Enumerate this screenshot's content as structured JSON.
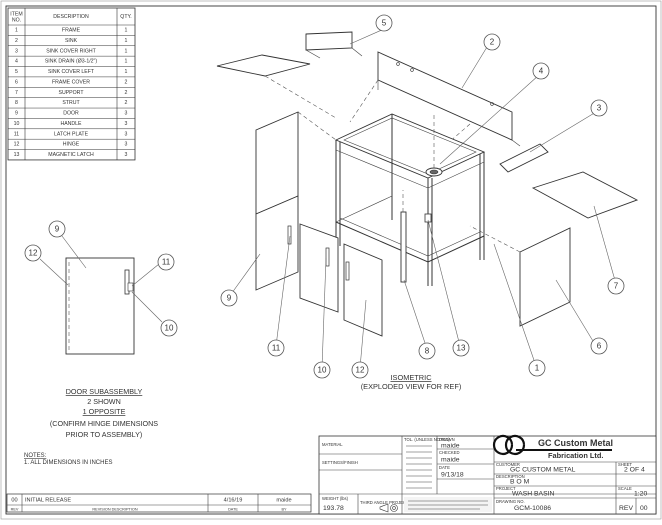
{
  "bom": {
    "headers": [
      "ITEM NO.",
      "DESCRIPTION",
      "QTY."
    ],
    "rows": [
      [
        "1",
        "FRAME",
        "1"
      ],
      [
        "2",
        "SINK",
        "1"
      ],
      [
        "3",
        "SINK COVER RIGHT",
        "1"
      ],
      [
        "4",
        "SINK DRAIN (Ø3-1/2\")",
        "1"
      ],
      [
        "5",
        "SINK COVER LEFT",
        "1"
      ],
      [
        "6",
        "FRAME COVER",
        "2"
      ],
      [
        "7",
        "SUPPORT",
        "2"
      ],
      [
        "8",
        "STRUT",
        "2"
      ],
      [
        "9",
        "DOOR",
        "3"
      ],
      [
        "10",
        "HANDLE",
        "3"
      ],
      [
        "11",
        "LATCH PLATE",
        "3"
      ],
      [
        "12",
        "HINGE",
        "3"
      ],
      [
        "13",
        "MAGNETIC LATCH",
        "3"
      ]
    ]
  },
  "door_note": {
    "title": "DOOR SUBASSEMBLY",
    "lines": [
      "2 SHOWN",
      "1 OPPOSITE",
      "(CONFIRM HINGE DIMENSIONS",
      "PRIOR TO ASSEMBLY)"
    ]
  },
  "iso_note": {
    "title": "ISOMETRIC",
    "subtitle": "(EXPLODED VIEW FOR REF)"
  },
  "notes": {
    "title": "NOTES:",
    "line": "1. ALL DIMENSIONS IN INCHES"
  },
  "callouts_iso": [
    "5",
    "2",
    "4",
    "3",
    "7",
    "6",
    "1",
    "13",
    "8",
    "12",
    "10",
    "11",
    "9"
  ],
  "callouts_door": [
    "9",
    "12",
    "11",
    "10"
  ],
  "revision": {
    "rev": "00",
    "description": "INITIAL RELEASE",
    "date": "4/16/19",
    "by": "maide",
    "header_rev": "REV",
    "header_desc": "REVISION DESCRIPTION",
    "header_date": "DATE",
    "header_by": "BY"
  },
  "title_block": {
    "tolerance_label": "TOL. (UNLESS NOTED)",
    "drawn_label": "DRAWN",
    "drawn_by": "maide",
    "checked_label": "CHECKED",
    "checked_by": "maide",
    "date_label": "DATE",
    "date": "9/13/18",
    "material_label": "MATERIAL",
    "material": "",
    "finish_label": "SETTINGS/FINISH",
    "weight_label": "WEIGHT (lbs)",
    "weight": "193.78",
    "projection_label": "THIRD ANGLE PROJECTION",
    "customer_label": "CUSTOMER",
    "customer": "GC CUSTOM METAL",
    "description_label": "DESCRIPTION",
    "description": "B O M",
    "project_label": "PROJECT",
    "project": "WASH BASIN",
    "drawing_label": "DRAWING NO.",
    "drawing_no": "GCM-10086",
    "sheet_label": "SHEET",
    "sheet": "2 OF 4",
    "scale_label": "SCALE",
    "scale": "1:20",
    "rev_label": "REV",
    "rev": "00",
    "company_line1": "GC Custom Metal",
    "company_line2": "Fabrication Ltd."
  }
}
